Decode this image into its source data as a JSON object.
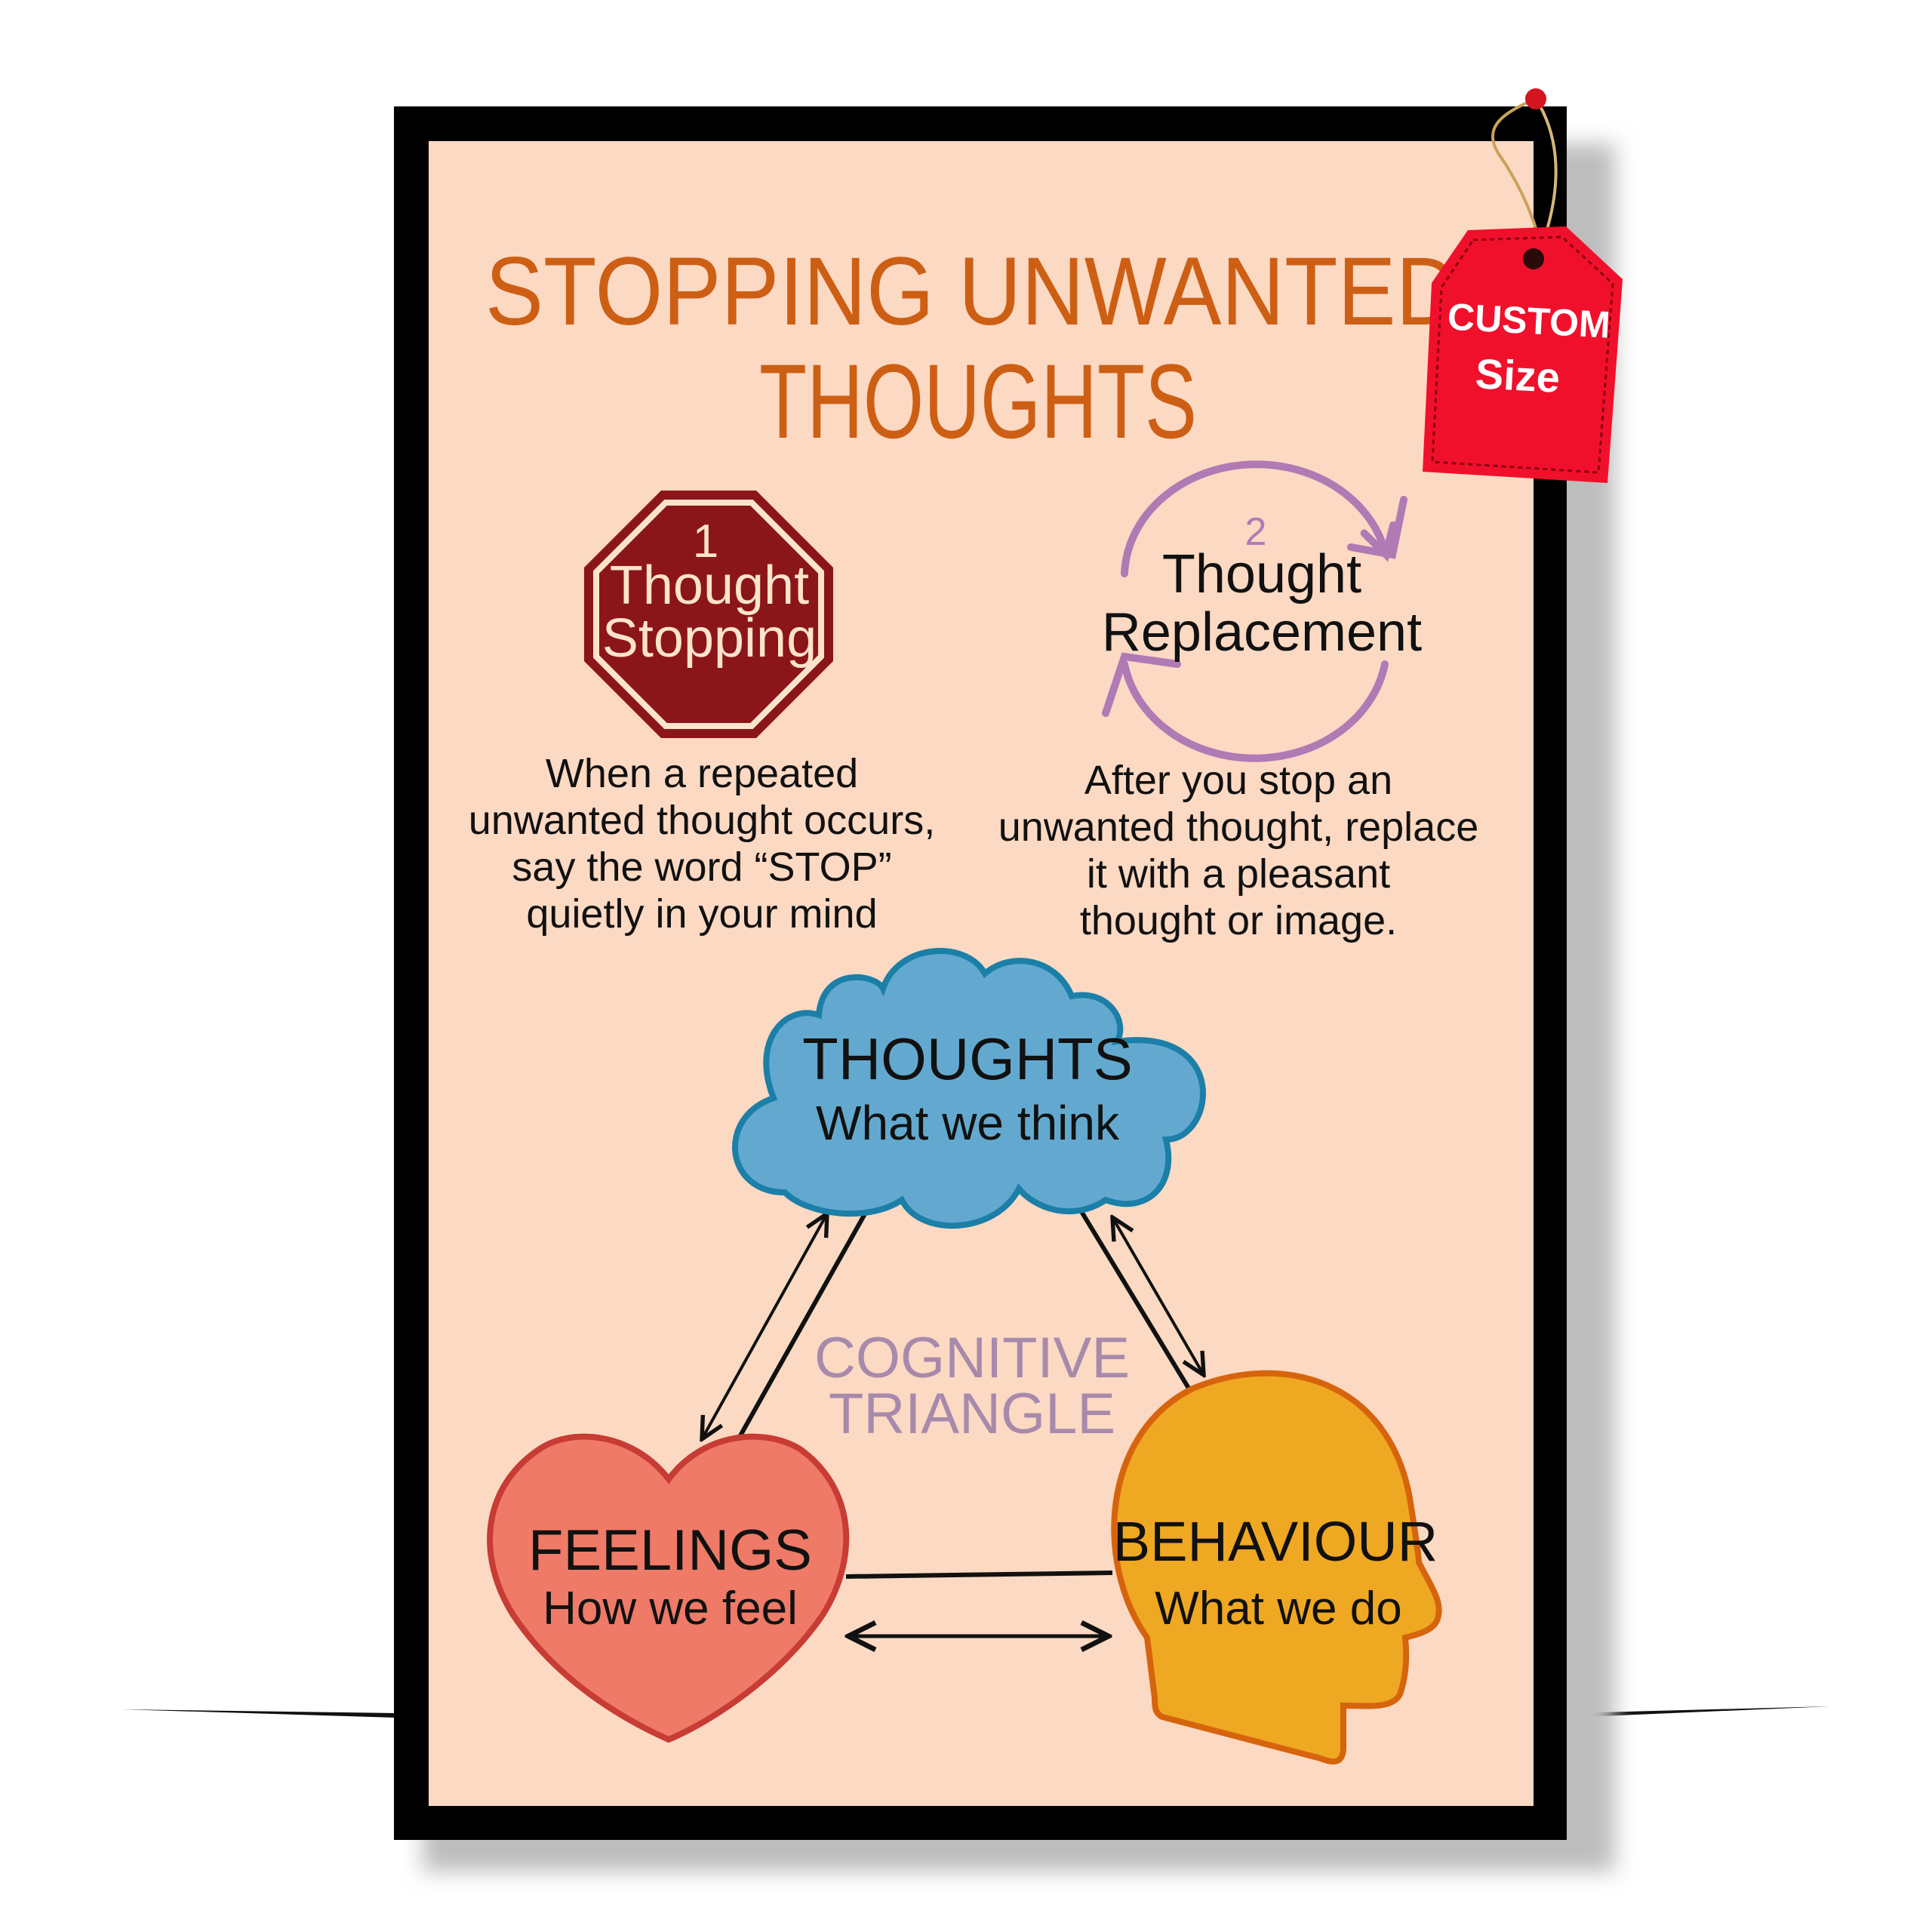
{
  "poster": {
    "title_line1": "STOPPING UNWANTED",
    "title_line2": "THOUGHTS",
    "colors": {
      "background": "#fcd9c3",
      "frame": "#000000",
      "title": "#cd5f14",
      "stop_sign": "#8b1619",
      "cycle": "#b07ab5",
      "cloud": "#63a9cf",
      "heart": "#ee7a67",
      "head": "#efa822",
      "triangle_label": "#a78aab",
      "tag": "#f1102b"
    }
  },
  "tag": {
    "line1": "CUSTOM",
    "line2": "Size"
  },
  "step1": {
    "number": "1",
    "title_line1": "Thought",
    "title_line2": "Stopping",
    "icon": "stop-sign-icon",
    "description": [
      "When a repeated",
      "unwanted thought occurs,",
      "say the word “STOP”",
      "quietly in your mind"
    ]
  },
  "step2": {
    "number": "2",
    "title_line1": "Thought",
    "title_line2": "Replacement",
    "icon": "cycle-arrows-icon",
    "description": [
      "After you stop an",
      "unwanted thought, replace",
      "it with a pleasant",
      "thought or image."
    ]
  },
  "triangle": {
    "label_line1": "COGNITIVE",
    "label_line2": "TRIANGLE",
    "thoughts": {
      "title": "THOUGHTS",
      "subtitle": "What we think",
      "icon": "cloud-icon"
    },
    "feelings": {
      "title": "FEELINGS",
      "subtitle": "How we feel",
      "icon": "heart-icon"
    },
    "behaviour": {
      "title": "BEHAVIOUR",
      "subtitle": "What we do",
      "icon": "head-icon"
    }
  }
}
